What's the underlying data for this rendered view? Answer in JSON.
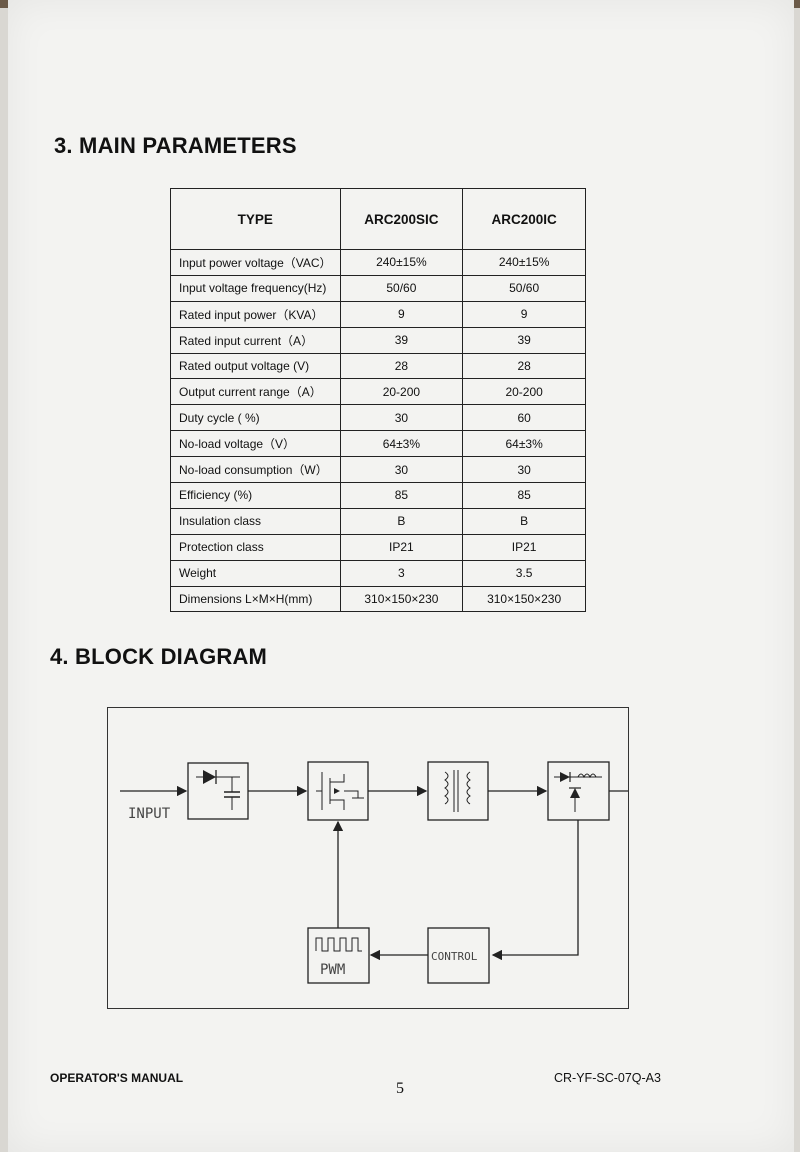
{
  "section3": {
    "heading": "3. MAIN PARAMETERS",
    "columns": [
      "TYPE",
      "ARC200SIC",
      "ARC200IC"
    ],
    "rows": [
      [
        "Input power voltage（VAC）",
        "240±15%",
        "240±15%"
      ],
      [
        "Input voltage frequency(Hz)",
        "50/60",
        "50/60"
      ],
      [
        "Rated input power（KVA）",
        "9",
        "9"
      ],
      [
        "Rated input current（A）",
        "39",
        "39"
      ],
      [
        "Rated output voltage (V)",
        "28",
        "28"
      ],
      [
        "Output current range（A）",
        "20-200",
        "20-200"
      ],
      [
        "Duty cycle ( %)",
        "30",
        "60"
      ],
      [
        "No-load voltage（V）",
        "64±3%",
        "64±3%"
      ],
      [
        "No-load consumption（W）",
        "30",
        "30"
      ],
      [
        "Efficiency (%)",
        "85",
        "85"
      ],
      [
        "Insulation class",
        "B",
        "B"
      ],
      [
        "Protection class",
        "IP21",
        "IP21"
      ],
      [
        "Weight",
        "3",
        "3.5"
      ],
      [
        "Dimensions L×M×H(mm)",
        "310×150×230",
        "310×150×230"
      ]
    ]
  },
  "section4": {
    "heading": "4. BLOCK DIAGRAM",
    "labels": {
      "input": "INPUT",
      "pwm": "PWM",
      "control": "CONTROL"
    }
  },
  "footer": {
    "left": "OPERATOR'S MANUAL",
    "page_number": "5",
    "right": "CR-YF-SC-07Q-A3"
  }
}
